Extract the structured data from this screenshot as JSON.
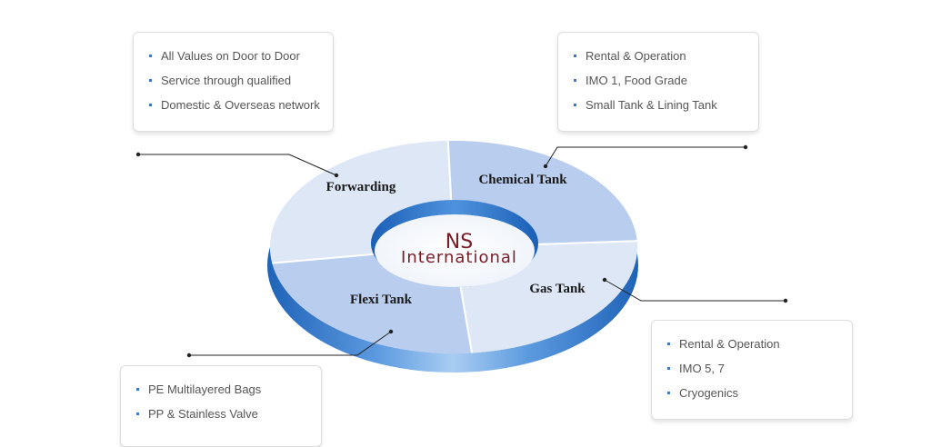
{
  "center": {
    "line1": "NS",
    "line2": "International"
  },
  "segments": {
    "forwarding": "Forwarding",
    "chemical": "Chemical Tank",
    "gas": "Gas Tank",
    "flexi": "Flexi Tank"
  },
  "boxes": {
    "forwarding": [
      "All Values on  Door to Door",
      "Service through qualified",
      "Domestic & Overseas network"
    ],
    "chemical": [
      "Rental & Operation",
      "IMO 1, Food Grade",
      "Small Tank & Lining Tank"
    ],
    "gas": [
      "Rental & Operation",
      "IMO 5, 7",
      "Cryogenics"
    ],
    "flexi": [
      "PE Multilayered Bags",
      "PP & Stainless Valve"
    ]
  },
  "colors": {
    "accent": "#2a72c8",
    "brand": "#7a1d25",
    "segment_light": "#dbe6f5",
    "segment_mid": "#b9cdee"
  }
}
